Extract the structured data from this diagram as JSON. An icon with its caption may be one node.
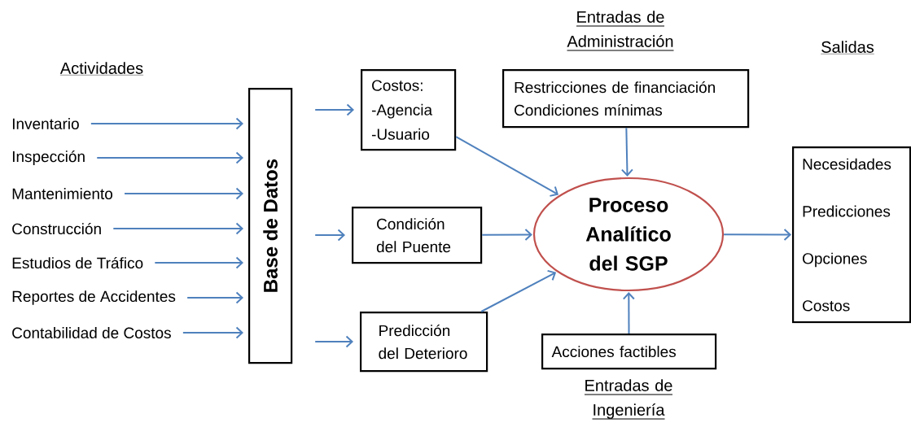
{
  "diagram": {
    "nodes": [
      {
        "text": [
          "Inventario"
        ]
      },
      {
        "text": [
          "Inspección"
        ]
      },
      {
        "text": [
          "Mantenimiento"
        ]
      },
      {
        "text": [
          "Construcción"
        ]
      },
      {
        "text": [
          "Estudios de Tráfico"
        ]
      },
      {
        "text": [
          "Reportes de Accidentes"
        ]
      },
      {
        "text": [
          "Contabilidad de Costos"
        ]
      },
      {
        "text": [
          "Base de Datos"
        ]
      },
      {
        "text": [
          "Costos:",
          "-Agencia",
          "-Usuario"
        ]
      },
      {
        "text": [
          "Condición del Puente"
        ]
      },
      {
        "text": [
          "Predicción del Deterioro"
        ]
      },
      {
        "text": [
          "Restricciones de financiación",
          "Condiciones mínimas"
        ]
      },
      {
        "text": [
          "Proceso Analítico del SGP"
        ]
      },
      {
        "text": [
          "Acciones factibles"
        ]
      },
      {
        "text": [
          "Necesidades",
          "Predicciones",
          "Opciones",
          "Costos"
        ]
      }
    ],
    "edges": [
      {
        "from": 0,
        "to": 7,
        "arrow": "to"
      },
      {
        "from": 1,
        "to": 7,
        "arrow": "to"
      },
      {
        "from": 2,
        "to": 7,
        "arrow": "to"
      },
      {
        "from": 3,
        "to": 7,
        "arrow": "to"
      },
      {
        "from": 4,
        "to": 7,
        "arrow": "to"
      },
      {
        "from": 5,
        "to": 7,
        "arrow": "to"
      },
      {
        "from": 6,
        "to": 7,
        "arrow": "to"
      },
      {
        "from": 7,
        "to": 8,
        "arrow": "to"
      },
      {
        "from": 7,
        "to": 9,
        "arrow": "to"
      },
      {
        "from": 7,
        "to": 10,
        "arrow": "to"
      },
      {
        "from": 8,
        "to": 12,
        "arrow": "to"
      },
      {
        "from": 9,
        "to": 12,
        "arrow": "to"
      },
      {
        "from": 10,
        "to": 12,
        "arrow": "to"
      },
      {
        "from": 11,
        "to": 12,
        "arrow": "to"
      },
      {
        "from": 13,
        "to": 12,
        "arrow": "to"
      },
      {
        "from": 12,
        "to": 14,
        "arrow": "to"
      }
    ],
    "labels": [
      "Actividades",
      "Entradas de Administración",
      "Salidas",
      "Entradas de Ingeniería"
    ]
  }
}
